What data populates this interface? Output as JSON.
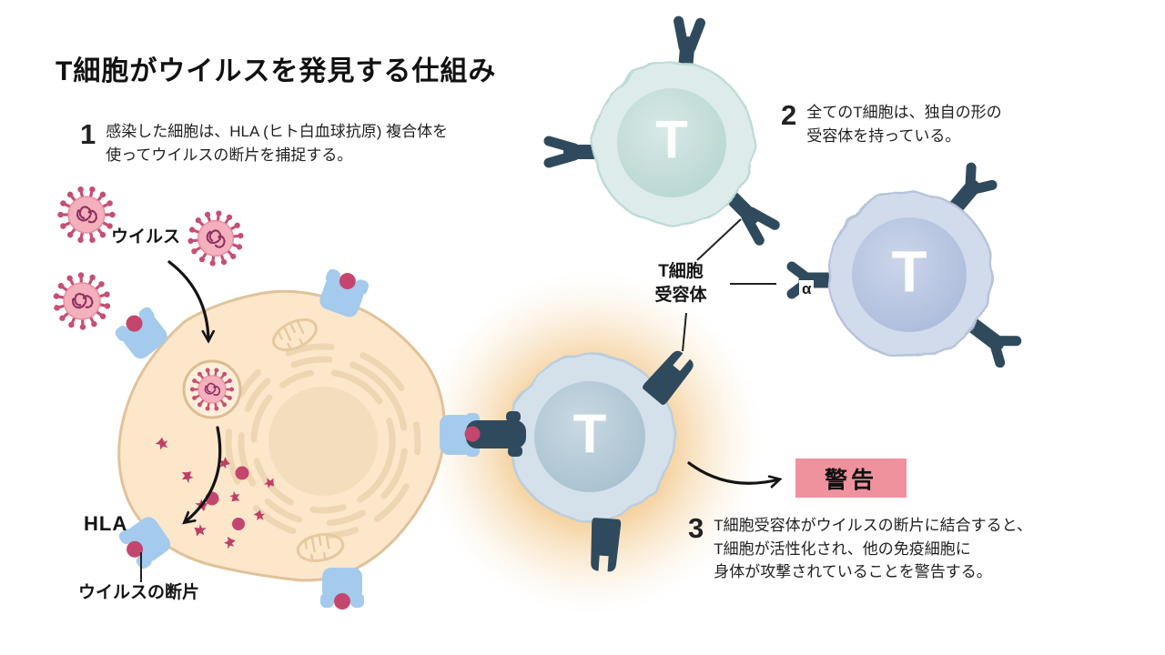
{
  "title": "T細胞がウイルスを発見する仕組み",
  "steps": [
    {
      "number": "1",
      "lines": [
        "感染した細胞は、HLA (ヒト白血球抗原) 複合体を",
        "使ってウイルスの断片を捕捉する。"
      ]
    },
    {
      "number": "2",
      "lines": [
        "全てのT細胞は、独自の形の",
        "受容体を持っている。"
      ]
    },
    {
      "number": "3",
      "lines": [
        "T細胞受容体がウイルスの断片に結合すると、",
        "T細胞が活性化され、他の免疫細胞に",
        "身体が攻撃されていることを警告する。"
      ]
    }
  ],
  "labels": {
    "virus": "ウイルス",
    "hla": "HLA",
    "virus_fragment": "ウイルスの断片",
    "tcr_line1": "T細胞",
    "tcr_line2": "受容体",
    "alpha": "α",
    "warning": "警告",
    "t_letter": "T"
  },
  "colors": {
    "receptor_navy": "#304a5d",
    "hla_blue": "#a4cbee",
    "fragment_pink": "#c4466e",
    "virus_body_pink": "#f4b0bc",
    "virus_spike_rose": "#c64f73",
    "infected_cell_fill": "#fce7cb",
    "infected_cell_border": "#e0c29a",
    "teal_cell": "#ddecea",
    "blue_cell": "#d2dbec",
    "activated_cell": "#d4e1eb",
    "glow_orange": "#f2c483",
    "warning_badge_bg": "#ef929e",
    "text": "#1c1c1c"
  }
}
